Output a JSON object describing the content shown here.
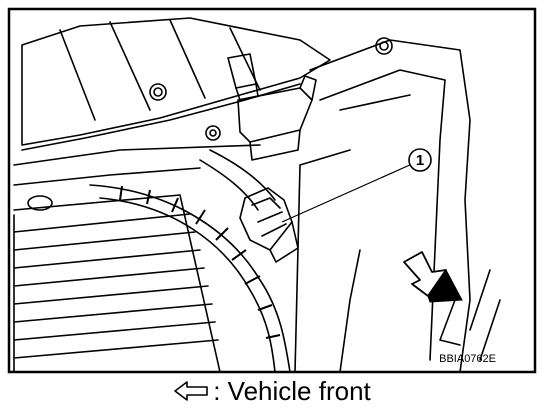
{
  "figure": {
    "part_callout": "1",
    "illustration_code": "BBIA0762E"
  },
  "caption": {
    "text": ": Vehicle front",
    "icon": "hollow-arrow-left-icon"
  },
  "colors": {
    "line": "#000000",
    "background": "#ffffff"
  }
}
